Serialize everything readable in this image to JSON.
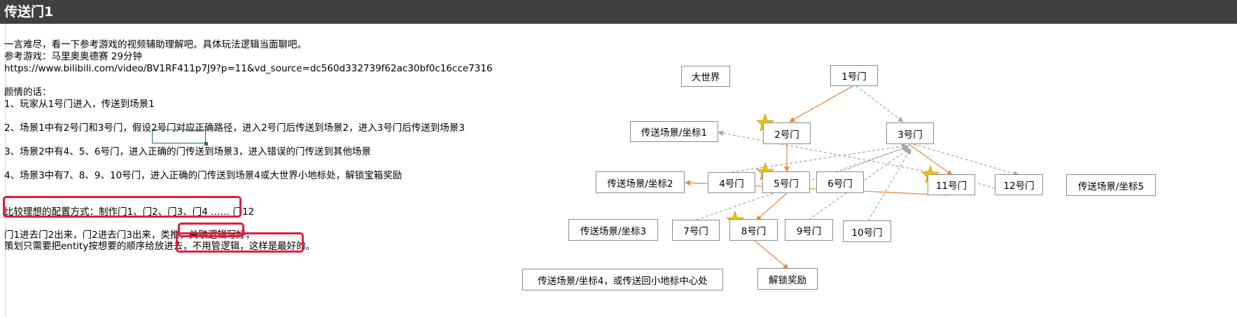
{
  "page": {
    "title": "传送门1"
  },
  "document": {
    "lines": [
      "一言难尽，看一下参考游戏的视频辅助理解吧。具体玩法逻辑当面聊吧。",
      "参考游戏：马里奥奥德赛 29分钟",
      "https://www.bilibili.com/video/BV1RF411p7J9?p=11&vd_source=dc560d332739f62ac30bf0c16cce7316",
      "颜情的话：",
      "1、玩家从1号门进入，传送到场景1",
      "2、场景1中有2号门和3号门，假设2号门对应正确路径，进入2号门后传送到场景2，进入3号门后传送到场景3",
      "3、场景2中有4、5、6号门，进入正确的门传送到场景3，进入错误的门传送到其他场景",
      "4、场景3中有7、8、9、10号门，进入正确的门传送到场景4或大世界小地标处，解锁宝箱奖励",
      "比较理想的配置方式：制作门1、门2、门3、门4 …… 门12",
      "门1进去门2出来，门2进去门3出来，类推，关联逻辑写好，",
      "策划只需要把entity按想要的顺序给放进去，不用管逻辑，这样是最好的。"
    ]
  },
  "diagram": {
    "nodes": {
      "big_world": "大世界",
      "door1": "1号门",
      "tp1": "传送场景/坐标1",
      "door2": "2号门",
      "door3": "3号门",
      "tp2": "传送场景/坐标2",
      "door4": "4号门",
      "door5": "5号门",
      "door6": "6号门",
      "door11": "11号门",
      "door12": "12号门",
      "tp5": "传送场景/坐标5",
      "tp3": "传送场景/坐标3",
      "door7": "7号门",
      "door8": "8号门",
      "door9": "9号门",
      "door10": "10号门",
      "tp4": "传送场景/坐标4，或传送回小地标中心处",
      "reward": "解锁奖励"
    },
    "colors": {
      "orange": "#f08a3c",
      "gray": "#a6a6a6",
      "star": "#f5c000",
      "highlight": "#e31c3d"
    }
  }
}
